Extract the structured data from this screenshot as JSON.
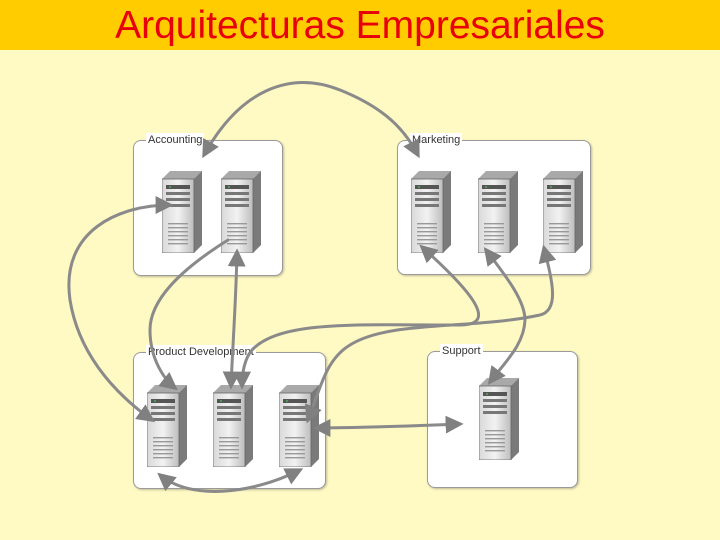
{
  "slide": {
    "title": "Arquitecturas Empresariales"
  },
  "colors": {
    "title_bar": "#ffcc00",
    "title_text": "#e8000b",
    "background": "#fff9c4",
    "connector": "#8a8a8a"
  },
  "groups": [
    {
      "id": "accounting",
      "label": "Accounting",
      "servers": 2
    },
    {
      "id": "marketing",
      "label": "Marketing",
      "servers": 3
    },
    {
      "id": "product-development",
      "label": "Product Development",
      "servers": 3
    },
    {
      "id": "support",
      "label": "Support",
      "servers": 1
    }
  ],
  "icons": {
    "server": "server-tower-icon"
  }
}
